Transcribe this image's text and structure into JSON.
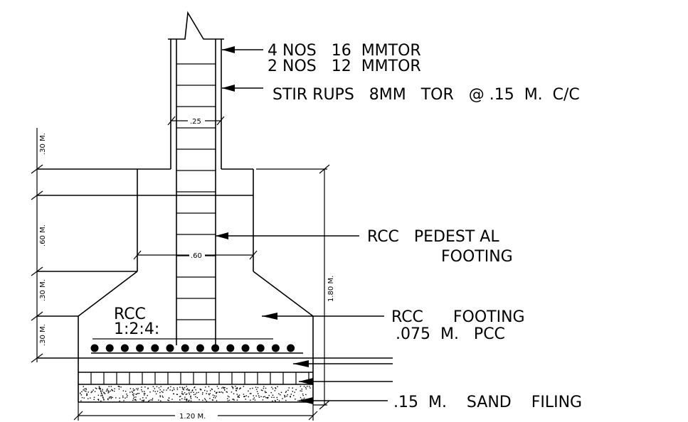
{
  "labels": {
    "main_bars": "4 NOS   16  MMTOR",
    "extra_bars": "2 NOS   12  MMTOR",
    "stirrups": "STIR RUPS   8MM   TOR   @ .15  M.  C/C",
    "pedestal_line1": "RCC   PEDEST AL",
    "pedestal_line2": "FOOTING",
    "footing": "RCC      FOOTING",
    "pcc": ".075  M.   PCC",
    "sand": ".15  M.    SAND    FILING",
    "rcc_mix_1": "RCC",
    "rcc_mix_2": "1:2:4:"
  },
  "dimensions": {
    "column_width": ".25",
    "pedestal_width": ".60",
    "footing_width": "1.20 M.",
    "total_height": "1.80 M.",
    "left_30_top": ".30 M.",
    "left_60": ".60 M.",
    "left_30_mid": ".30 M.",
    "left_30_bottom": ".30 M."
  },
  "colors": {
    "ink": "#000000",
    "background": "#ffffff"
  }
}
